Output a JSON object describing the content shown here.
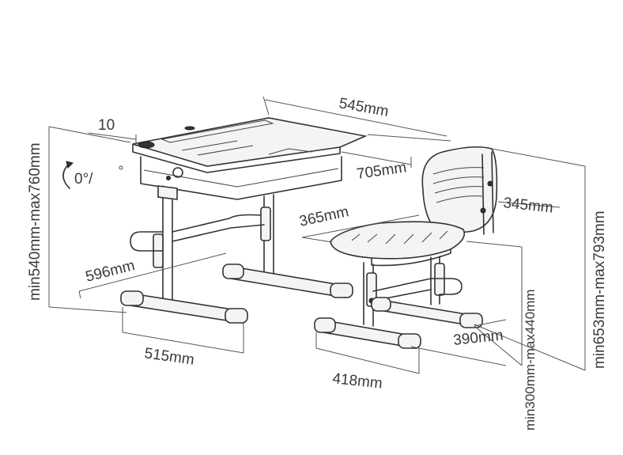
{
  "labels": {
    "desk_top_width": "545mm",
    "tilt_depth": "10",
    "tilt_angle": "0°/",
    "desk_depth": "705mm",
    "desk_height": "min540mm-max760mm",
    "desk_base_depth": "596mm",
    "desk_base_width": "515mm",
    "seat_depth": "365mm",
    "backrest_width": "345mm",
    "chair_base_depth": "390mm",
    "chair_base_width": "418mm",
    "seat_height": "min300mm-max440mm",
    "chair_height": "min653mm-max793mm"
  },
  "colors": {
    "line": "#333333",
    "text": "#3a3a3a",
    "background": "#ffffff"
  }
}
